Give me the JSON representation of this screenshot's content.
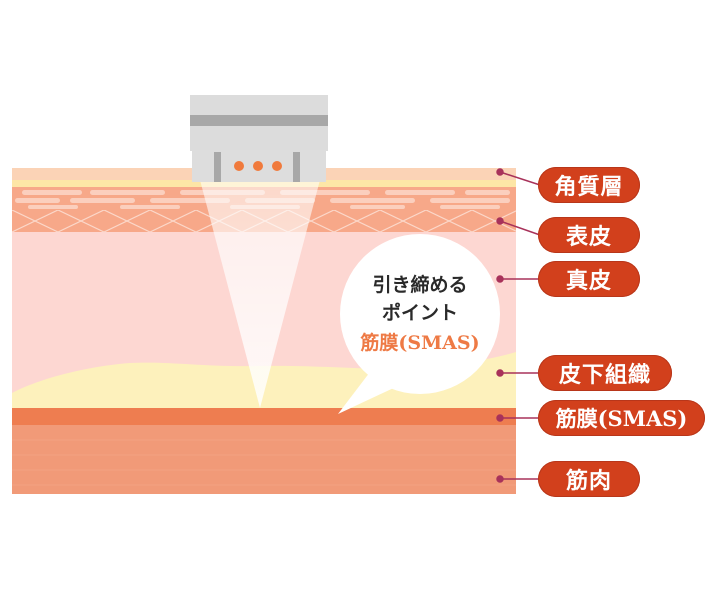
{
  "diagram": {
    "title": "",
    "device": {
      "name": "HIFU probe",
      "emitter_dots": 3,
      "dot_color": "#f07a3c",
      "body_color": "#dcdcdc",
      "band_color": "#a8a8a8"
    },
    "bubble": {
      "line1": "引き締める",
      "line2": "ポイント",
      "line3": "筋膜(SMAS)",
      "line3_color": "#ee7a45"
    },
    "layers": [
      {
        "id": "stratum-corneum",
        "label": "角質層",
        "color": "#fbd3b6"
      },
      {
        "id": "epidermis",
        "label": "表皮",
        "color": "#f7a889"
      },
      {
        "id": "dermis",
        "label": "真皮",
        "color": "#fdd7d2"
      },
      {
        "id": "subcutaneous",
        "label": "皮下組織",
        "color": "#fdf1bc"
      },
      {
        "id": "smas",
        "label": "筋膜(SMAS)",
        "color": "#ee7d50"
      },
      {
        "id": "muscle",
        "label": "筋肉",
        "color": "#f19a78"
      }
    ],
    "label_color": "#d2401c",
    "leader_color": "#a8325a"
  }
}
